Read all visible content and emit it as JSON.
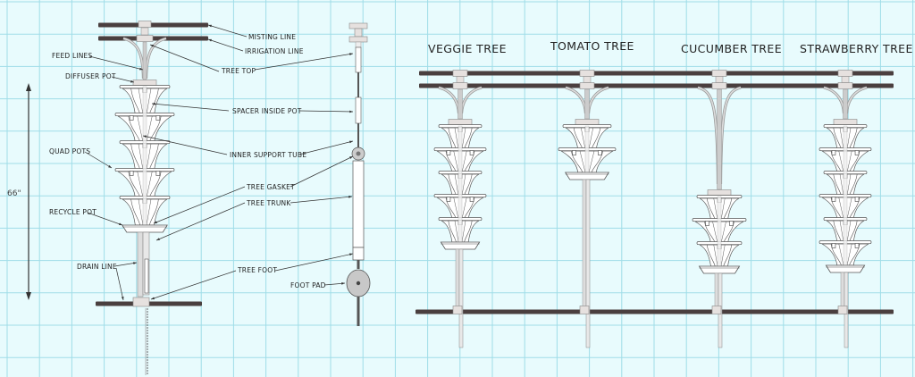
{
  "diagram": {
    "labels": {
      "misting_line": "MISTING LINE",
      "irrigation_line": "IRRIGATION LINE",
      "feed_lines": "FEED LINES",
      "tree_top": "TREE TOP",
      "diffuser_pot": "DIFFUSER POT",
      "spacer_inside_pot": "SPACER INSIDE POT",
      "inner_support_tube": "INNER SUPPORT TUBE",
      "quad_pots": "QUAD POTS",
      "tree_gasket": "TREE GASKET",
      "tree_trunk": "TREE TRUNK",
      "recycle_pot": "RECYCLE POT",
      "drain_line": "DRAIN LINE",
      "tree_foot": "TREE FOOT",
      "foot_pad": "FOOT PAD"
    },
    "height_dimension": "66\"",
    "trees": [
      {
        "name": "VEGGIE TREE",
        "pots": 5
      },
      {
        "name": "TOMATO TREE",
        "pots": 2
      },
      {
        "name": "CUCUMBER TREE",
        "pots": 3
      },
      {
        "name": "STRAWBERRY TREE",
        "pots": 6
      }
    ],
    "colors": {
      "background": "#e8fbfd",
      "grid": "#9fdde8",
      "pipe": "#4a3f3f",
      "pot_fill": "#ffffff",
      "pot_stroke": "#555555",
      "fitting": "#e6e1df"
    }
  }
}
